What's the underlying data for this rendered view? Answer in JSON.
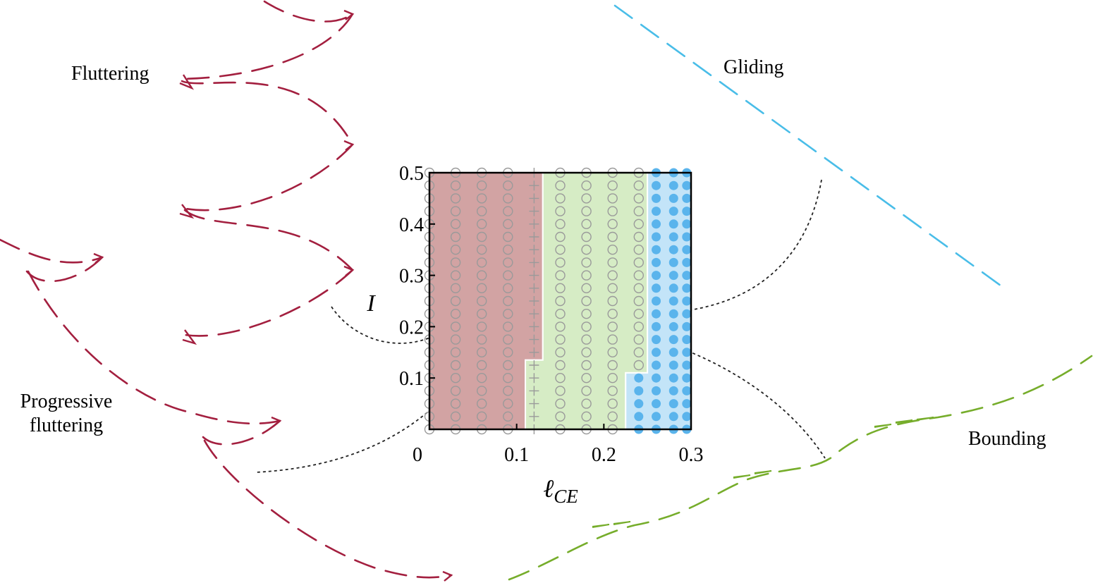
{
  "labels": {
    "fluttering": "Fluttering",
    "gliding": "Gliding",
    "progressive_line1": "Progressive",
    "progressive_line2": "fluttering",
    "bounding": "Bounding"
  },
  "chart_data": {
    "type": "scatter",
    "title": "",
    "xlabel": "ℓ",
    "xlabel_sub": "CE",
    "ylabel": "I",
    "xlim": [
      0,
      0.3
    ],
    "ylim": [
      0,
      0.5
    ],
    "x_ticks": [
      0,
      0.1,
      0.2,
      0.3
    ],
    "x_tick_labels": [
      "0",
      "0.1",
      "0.2",
      "0.3"
    ],
    "y_ticks": [
      0.1,
      0.2,
      0.3,
      0.4,
      0.5
    ],
    "y_tick_labels": [
      "0.1",
      "0.2",
      "0.3",
      "0.4",
      "0.5"
    ],
    "grid": false,
    "legend": "none",
    "region_colors": {
      "progressive_fluttering": "#d2a3a3",
      "fluttering": "#d6ecc5",
      "gliding": "#c3e4f8"
    },
    "marker_colors": {
      "open_circle": "#9a9a9a",
      "plus": "#9a9a9a",
      "filled": "#5ab4ec"
    },
    "trajectory_colors": {
      "fluttering": "#a31f3f",
      "gliding": "#49bde8",
      "bounding": "#76ad2b"
    },
    "regions": [
      {
        "name": "Progressive fluttering",
        "color": "#d2a3a3",
        "polygon": [
          [
            0,
            0
          ],
          [
            0.11,
            0
          ],
          [
            0.11,
            0.135
          ],
          [
            0.13,
            0.135
          ],
          [
            0.13,
            0.5
          ],
          [
            0,
            0.5
          ]
        ]
      },
      {
        "name": "Fluttering",
        "color": "#d6ecc5",
        "polygon": [
          [
            0.11,
            0
          ],
          [
            0.225,
            0
          ],
          [
            0.225,
            0.11
          ],
          [
            0.25,
            0.11
          ],
          [
            0.25,
            0.5
          ],
          [
            0.13,
            0.5
          ],
          [
            0.13,
            0.135
          ],
          [
            0.11,
            0.135
          ]
        ]
      },
      {
        "name": "Gliding",
        "color": "#c3e4f8",
        "polygon": [
          [
            0.225,
            0
          ],
          [
            0.3,
            0
          ],
          [
            0.3,
            0.5
          ],
          [
            0.25,
            0.5
          ],
          [
            0.25,
            0.11
          ],
          [
            0.225,
            0.11
          ]
        ]
      }
    ],
    "grid_points": {
      "y": [
        0,
        0.025,
        0.05,
        0.075,
        0.1,
        0.125,
        0.15,
        0.175,
        0.2,
        0.225,
        0.25,
        0.275,
        0.3,
        0.325,
        0.35,
        0.375,
        0.4,
        0.425,
        0.45,
        0.475,
        0.5
      ],
      "columns": [
        {
          "x": 0,
          "marker": "open_circle"
        },
        {
          "x": 0.03,
          "marker": "open_circle"
        },
        {
          "x": 0.06,
          "marker": "open_circle"
        },
        {
          "x": 0.09,
          "marker": "open_circle"
        },
        {
          "x": 0.12,
          "marker": "plus"
        },
        {
          "x": 0.15,
          "marker": "open_circle"
        },
        {
          "x": 0.18,
          "marker": "open_circle"
        },
        {
          "x": 0.21,
          "marker": "open_circle"
        },
        {
          "x": 0.24,
          "marker": "split",
          "split_y": 0.11,
          "below": "filled",
          "above": "open_circle"
        },
        {
          "x": 0.26,
          "marker": "filled"
        },
        {
          "x": 0.28,
          "marker": "filled"
        },
        {
          "x": 0.295,
          "marker": "filled"
        }
      ]
    }
  }
}
